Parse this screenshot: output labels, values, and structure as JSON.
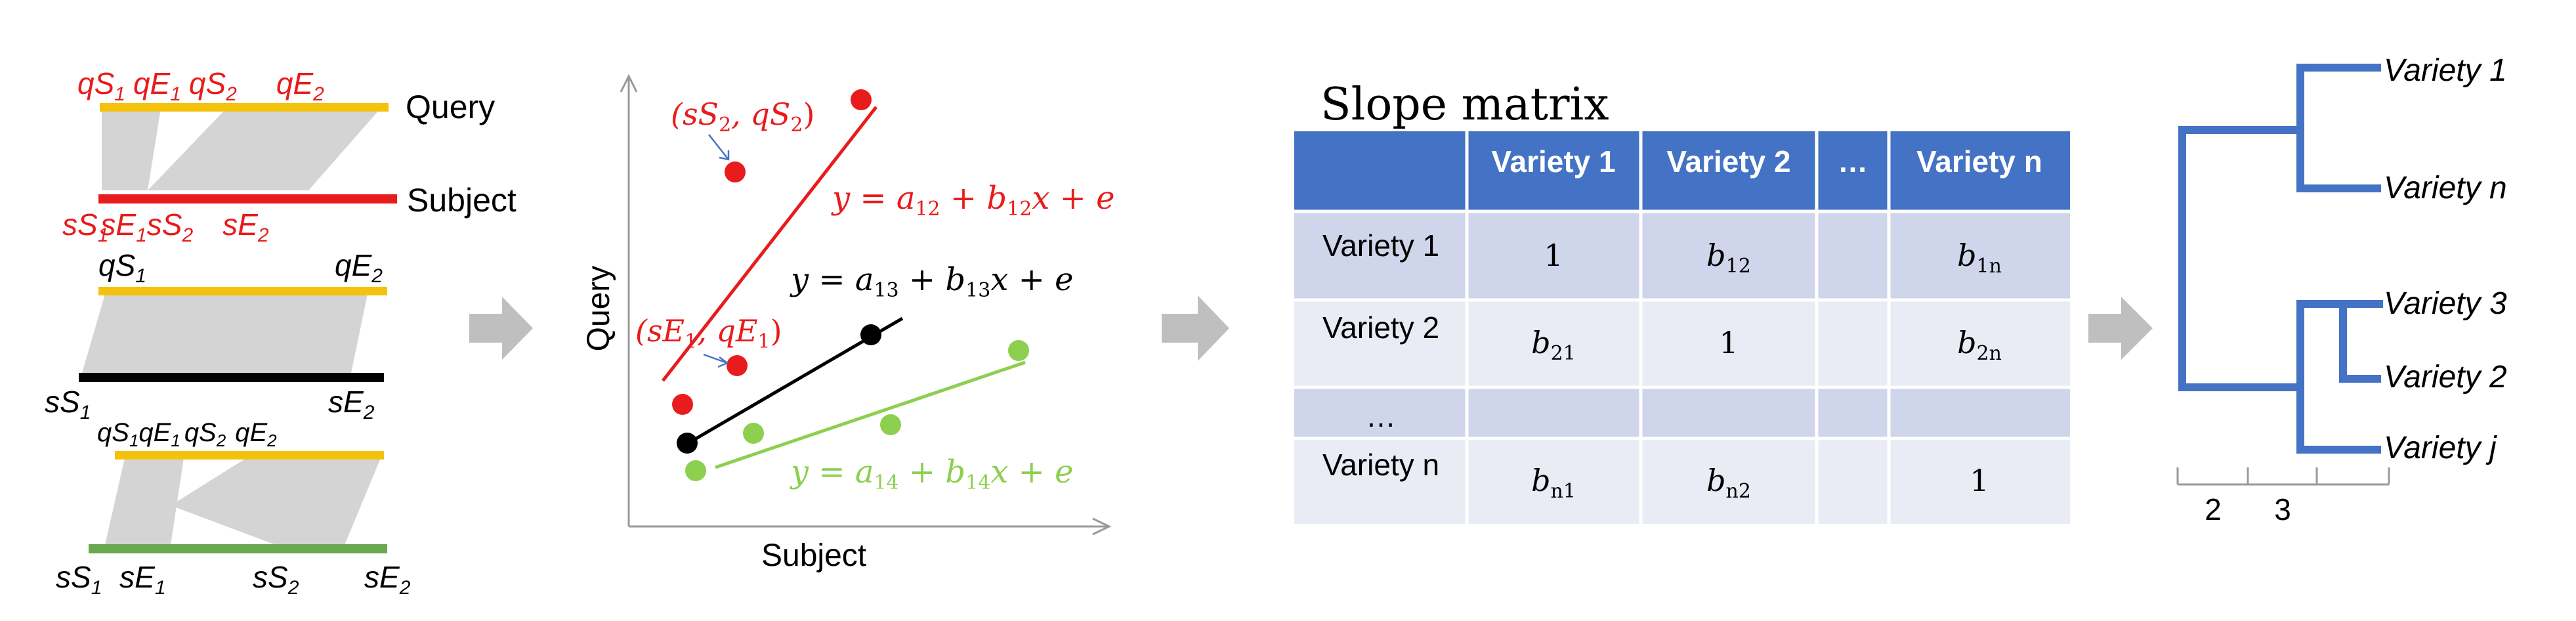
{
  "colors": {
    "red": "#e81c1c",
    "yellow": "#f4c20d",
    "black": "#000000",
    "green": "#8dcf4f",
    "gray_band": "#d4d4d4",
    "arrow_gray": "#bfbfbf",
    "table_header": "#4472c4",
    "table_row_a": "#cfd5ea",
    "table_row_b": "#e9ebf5",
    "tree_blue": "#4472c4"
  },
  "alignment": {
    "panel1": {
      "query_label": "Query",
      "subject_label": "Subject",
      "q_labels": [
        "qS",
        "1",
        "qE",
        "1",
        "qS",
        "2",
        "qE",
        "2"
      ],
      "s_labels": [
        "sS",
        "1",
        "sE",
        "1",
        "sS",
        "2",
        "sE",
        "2"
      ]
    },
    "panel2": {
      "q_labels": [
        "qS",
        "1",
        "qE",
        "2"
      ],
      "s_labels": [
        "sS",
        "1",
        "sE",
        "2"
      ]
    },
    "panel3": {
      "q_labels": [
        "qS",
        "1",
        "qE",
        "1",
        "qS",
        "2",
        "qE",
        "2"
      ],
      "s_labels": [
        "sS",
        "1",
        "sE",
        "1",
        "sS",
        "2",
        "sE",
        "2"
      ]
    }
  },
  "scatter": {
    "xlabel": "Subject",
    "ylabel": "Query",
    "ann_top": [
      "(sS",
      "2",
      ", qS",
      "2",
      ")"
    ],
    "ann_mid": [
      "(sE",
      "1",
      ", qE",
      "1",
      ")"
    ],
    "eq_red": [
      "y = a",
      "12",
      " + b",
      "12",
      "x + e"
    ],
    "eq_black": [
      "y = a",
      "13",
      " + b",
      "13",
      "x + e"
    ],
    "eq_green": [
      "y = a",
      "14",
      " + b",
      "14",
      "x + e"
    ]
  },
  "slope_matrix": {
    "title": "Slope matrix",
    "headers": [
      "",
      "Variety 1",
      "Variety 2",
      "…",
      "Variety n"
    ],
    "rows": [
      {
        "label": "Variety 1",
        "c1": "1",
        "c2": [
          "b",
          "12"
        ],
        "c3": "",
        "c4": [
          "b",
          "1n"
        ]
      },
      {
        "label": "Variety 2",
        "c1": [
          "b",
          "21"
        ],
        "c2": "1",
        "c3": "",
        "c4": [
          "b",
          "2n"
        ]
      },
      {
        "label": "…",
        "c1": "",
        "c2": "",
        "c3": "",
        "c4": ""
      },
      {
        "label": "Variety n",
        "c1": [
          "b",
          "n1"
        ],
        "c2": [
          "b",
          "n2"
        ],
        "c3": "",
        "c4": "1"
      }
    ]
  },
  "tree": {
    "leaves": [
      "Variety 1",
      "Variety n",
      "Variety 3",
      "Variety 2",
      "Variety j"
    ],
    "scale_labels": [
      "2",
      "3"
    ]
  }
}
